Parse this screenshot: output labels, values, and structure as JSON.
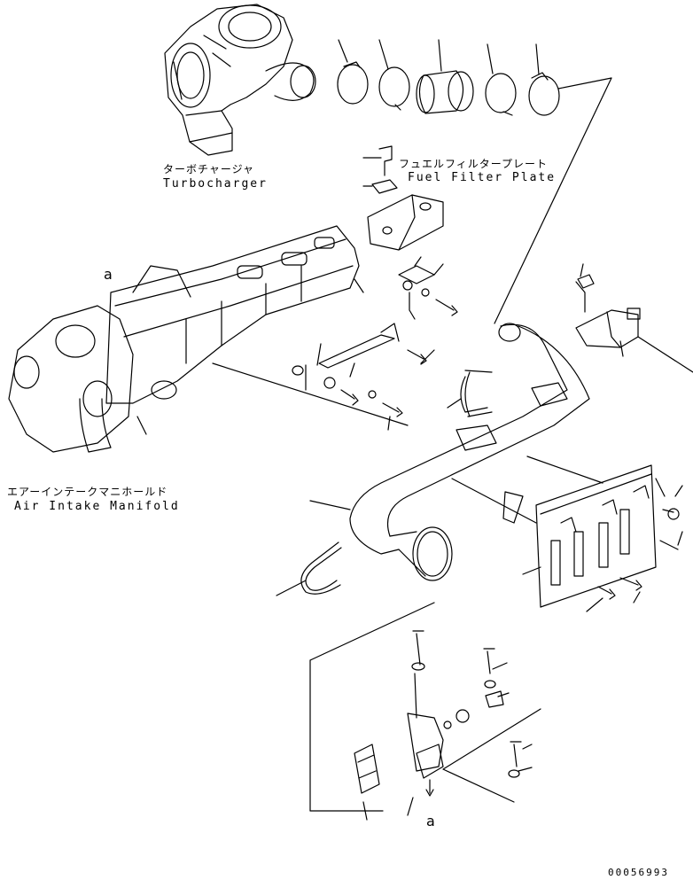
{
  "labels": {
    "turbocharger_jp": "ターボチャージャ",
    "turbocharger_en": "Turbocharger",
    "fuel_filter_plate_jp": "フュエルフィルタープレート",
    "fuel_filter_plate_en": "Fuel Filter Plate",
    "air_intake_manifold_jp": "エアーインテークマニホールド",
    "air_intake_manifold_en": "Air Intake Manifold"
  },
  "references": {
    "ref_a_top": "a",
    "ref_a_bottom": "a"
  },
  "document_number": "00056993"
}
